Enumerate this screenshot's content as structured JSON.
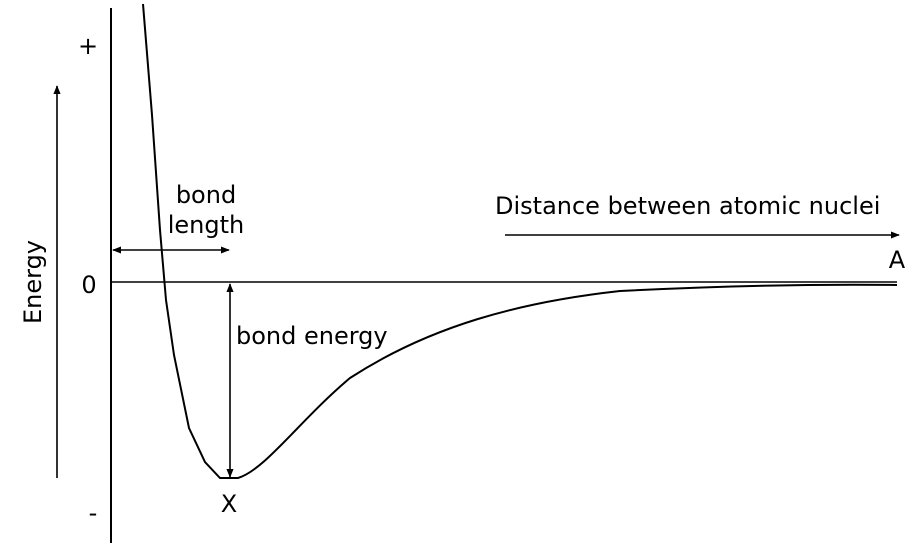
{
  "diagram": {
    "y_axis_label": "Energy",
    "y_plus": "+",
    "y_zero": "0",
    "y_minus": "-",
    "bond_length_line1": "bond",
    "bond_length_line2": "length",
    "bond_energy": "bond energy",
    "x_axis_label": "Distance between atomic nuclei",
    "point_a": "A",
    "point_x": "X",
    "line_color": "#000000"
  }
}
